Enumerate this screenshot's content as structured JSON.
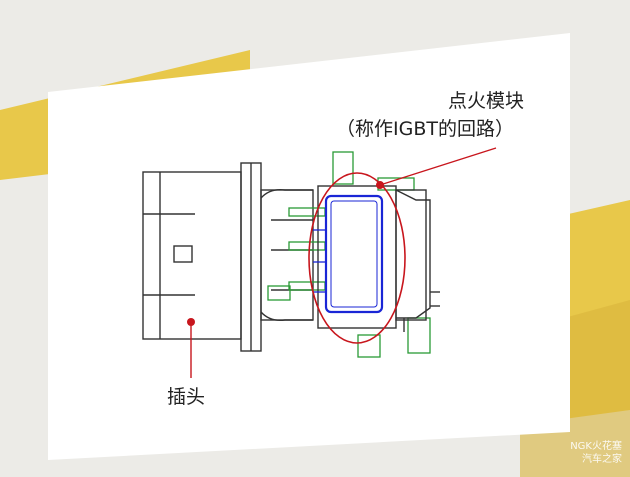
{
  "labels": {
    "ignition_module": "点火模块",
    "ignition_module_note": "（称作IGBT的回路）",
    "plug": "插头"
  },
  "watermark": {
    "line1": "NGK火花塞",
    "line2": "汽车之家"
  },
  "colors": {
    "background": "#ecebe7",
    "yellow_band": "#e8c84a",
    "card": "#ffffff",
    "outline": "#333333",
    "green": "#2a9a35",
    "blue": "#1a26d6",
    "red": "#c8161d"
  }
}
